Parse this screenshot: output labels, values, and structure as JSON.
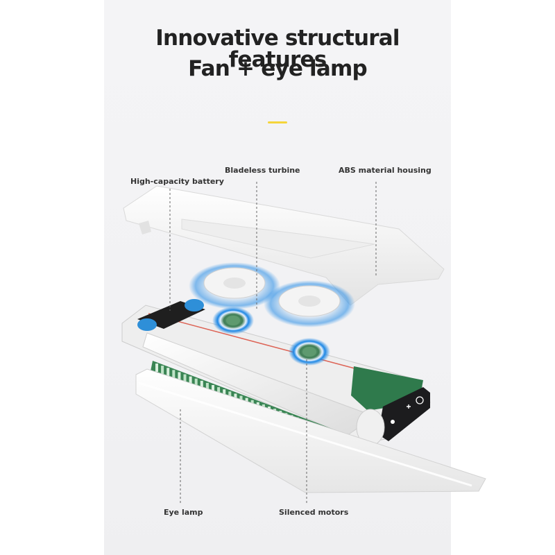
{
  "heading": {
    "line1": "Innovative structural features",
    "line2": "Fan + eye lamp"
  },
  "accent_color": "#f5d53a",
  "callouts": {
    "battery": "High-capacity battery",
    "turbine": "Bladeless turbine",
    "housing": "ABS material housing",
    "eye_lamp": "Eye lamp",
    "motors": "Silenced motors"
  },
  "icons": [
    "fan-turbine-icon",
    "motor-icon",
    "power-button-icon",
    "plus-icon",
    "light-icon"
  ],
  "colors": {
    "housing": "#f7f7f6",
    "pcb_green": "#2f7a4c",
    "battery_blue": "#2e8fd8",
    "motor_glow": "#1e88e5",
    "control_panel": "#1c1c1e"
  }
}
